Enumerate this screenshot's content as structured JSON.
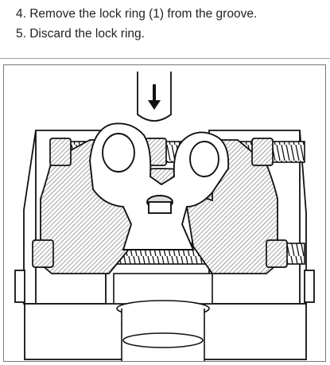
{
  "procedure": {
    "steps": [
      {
        "text": "4. Remove the lock ring (1) from the groove."
      },
      {
        "text": "5. Discard the lock ring."
      }
    ]
  },
  "illustration": {
    "subject": "press-with-bearing-separator",
    "icons": [
      "down-arrow-icon"
    ],
    "colors": {
      "line": "#111111",
      "hatch": "#9a9a9a",
      "fill": "#ffffff"
    }
  }
}
